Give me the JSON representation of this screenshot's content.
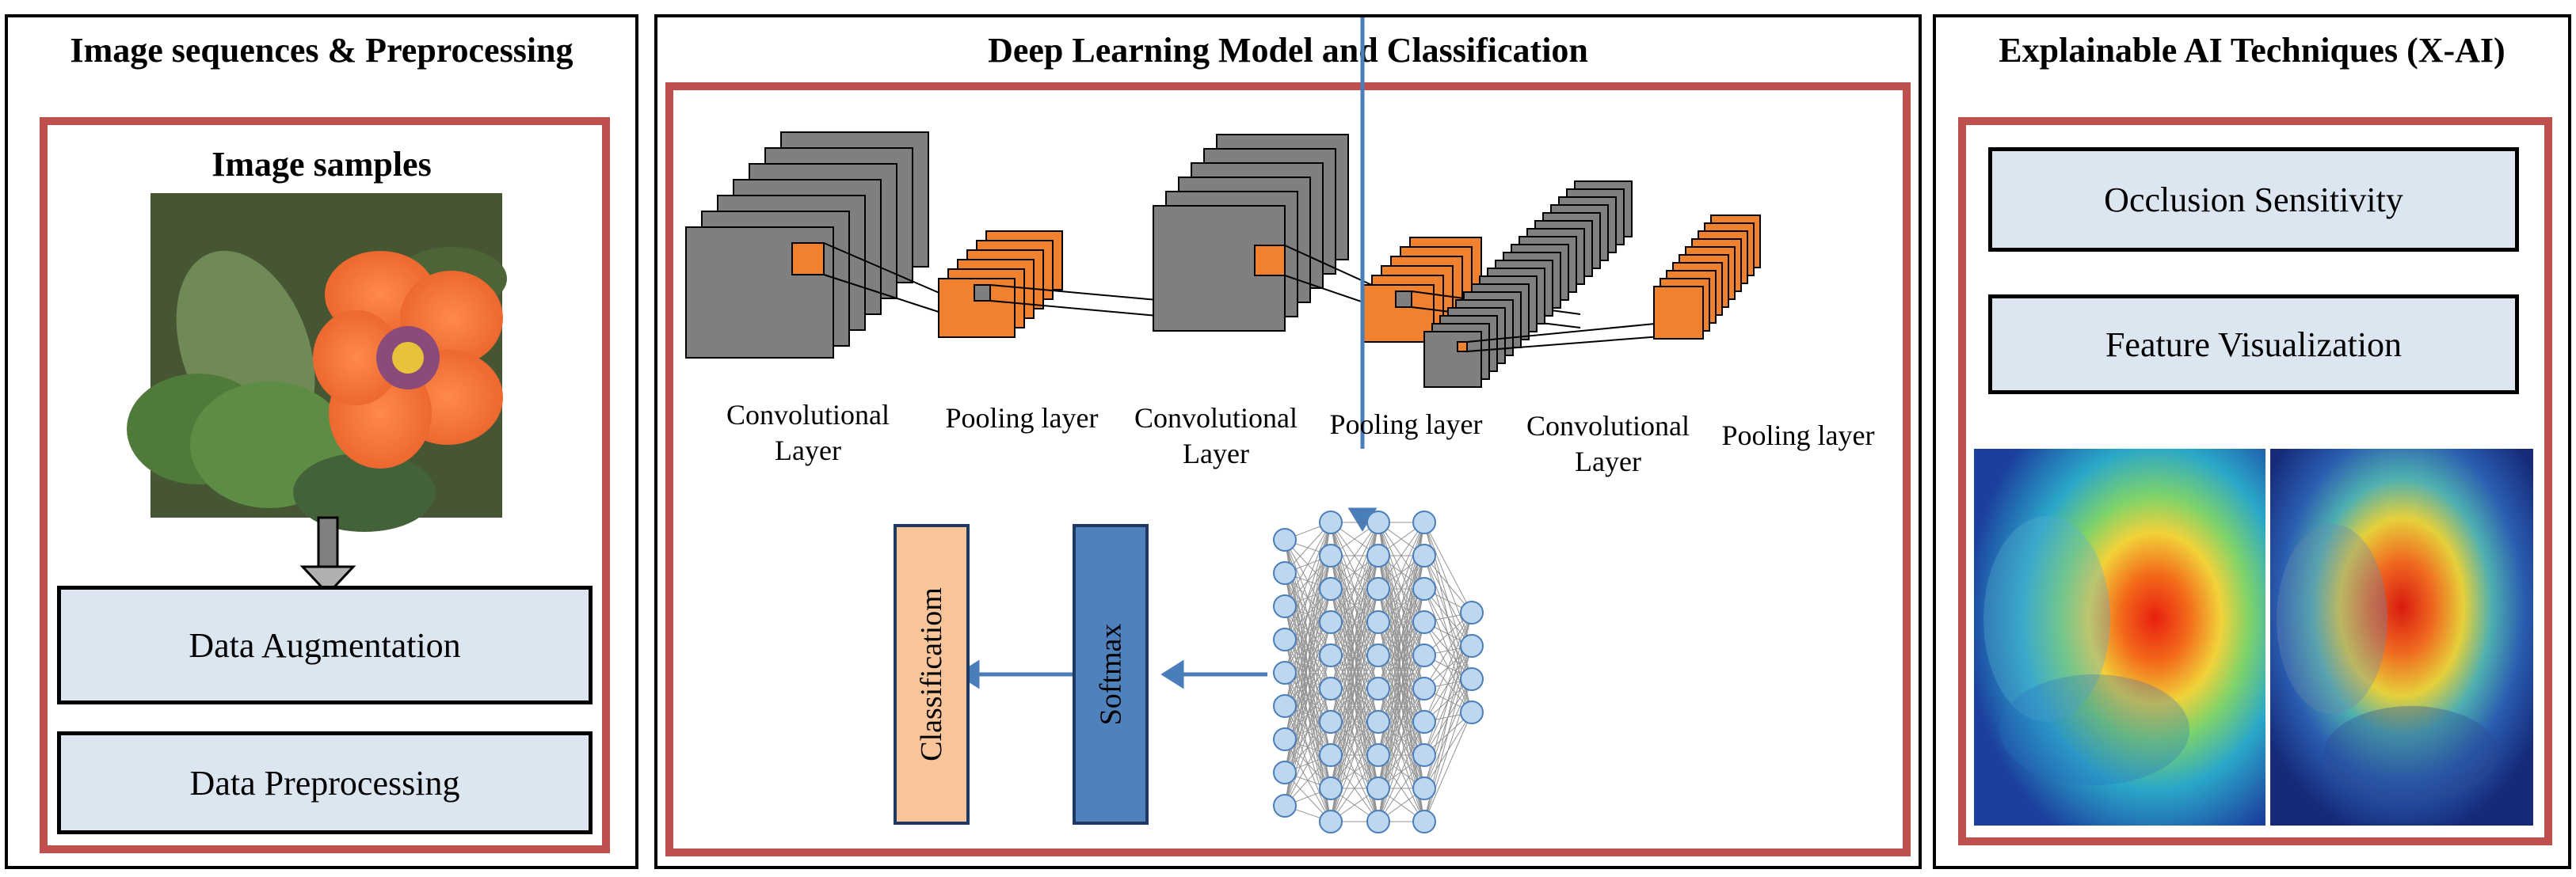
{
  "panels": {
    "left": {
      "title": "Image sequences & Preprocessing",
      "image_label": "Image samples",
      "step1": "Data Augmentation",
      "step2": "Data Preprocessing"
    },
    "middle": {
      "title": "Deep Learning Model and Classification",
      "layers": [
        "Convolutional Layer",
        "Pooling layer",
        "Convolutional Layer",
        "Pooling layer",
        "Convolutional Layer",
        "Pooling layer"
      ],
      "softmax": "Softmax",
      "classification": "Classificatiom"
    },
    "right": {
      "title": "Explainable AI Techniques (X-AI)",
      "method1": "Occlusion Sensitivity",
      "method2": "Feature Visualization"
    }
  },
  "colors": {
    "panel_border": "#000000",
    "highlight_border": "#c0504d",
    "box_fill": "#dce6f1",
    "conv_gray": "#7f7f7f",
    "pool_orange": "#f0812f",
    "softmax_blue": "#4f81bd",
    "classification_peach": "#f8c49a",
    "arrow_blue": "#4a7ebb",
    "neuron_fill": "#bdd7ee"
  }
}
